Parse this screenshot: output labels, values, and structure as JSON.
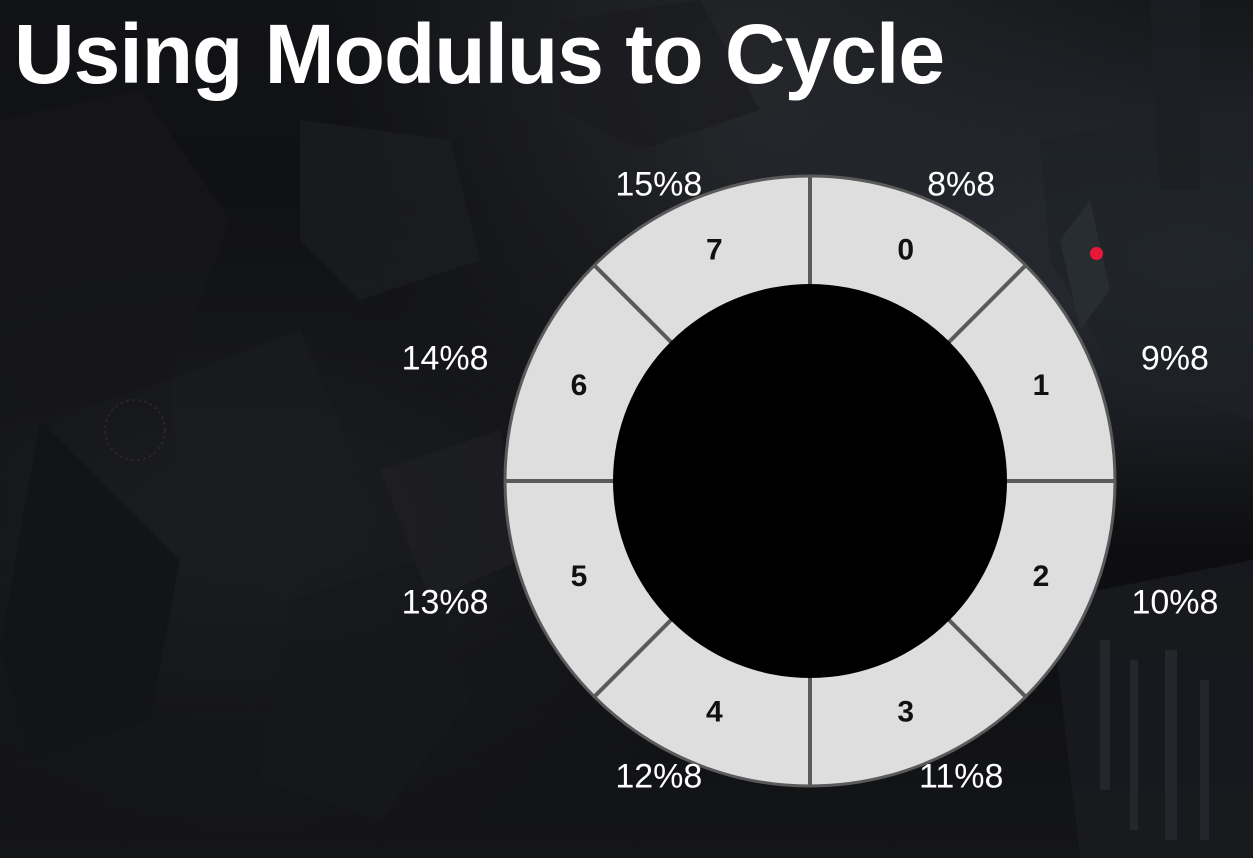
{
  "slide": {
    "title": "Using Modulus to Cycle",
    "colors": {
      "ring_fill": "#dedede",
      "ring_divider": "#5a5a5a",
      "inner_circle": "#000000",
      "text_light": "#ffffff",
      "record_dot": "#e8173a"
    }
  },
  "wheel": {
    "segments": [
      {
        "index": "0",
        "expr": "8%8"
      },
      {
        "index": "1",
        "expr": "9%8"
      },
      {
        "index": "2",
        "expr": "10%8"
      },
      {
        "index": "3",
        "expr": "11%8"
      },
      {
        "index": "4",
        "expr": "12%8"
      },
      {
        "index": "5",
        "expr": "13%8"
      },
      {
        "index": "6",
        "expr": "14%8"
      },
      {
        "index": "7",
        "expr": "15%8"
      }
    ]
  }
}
